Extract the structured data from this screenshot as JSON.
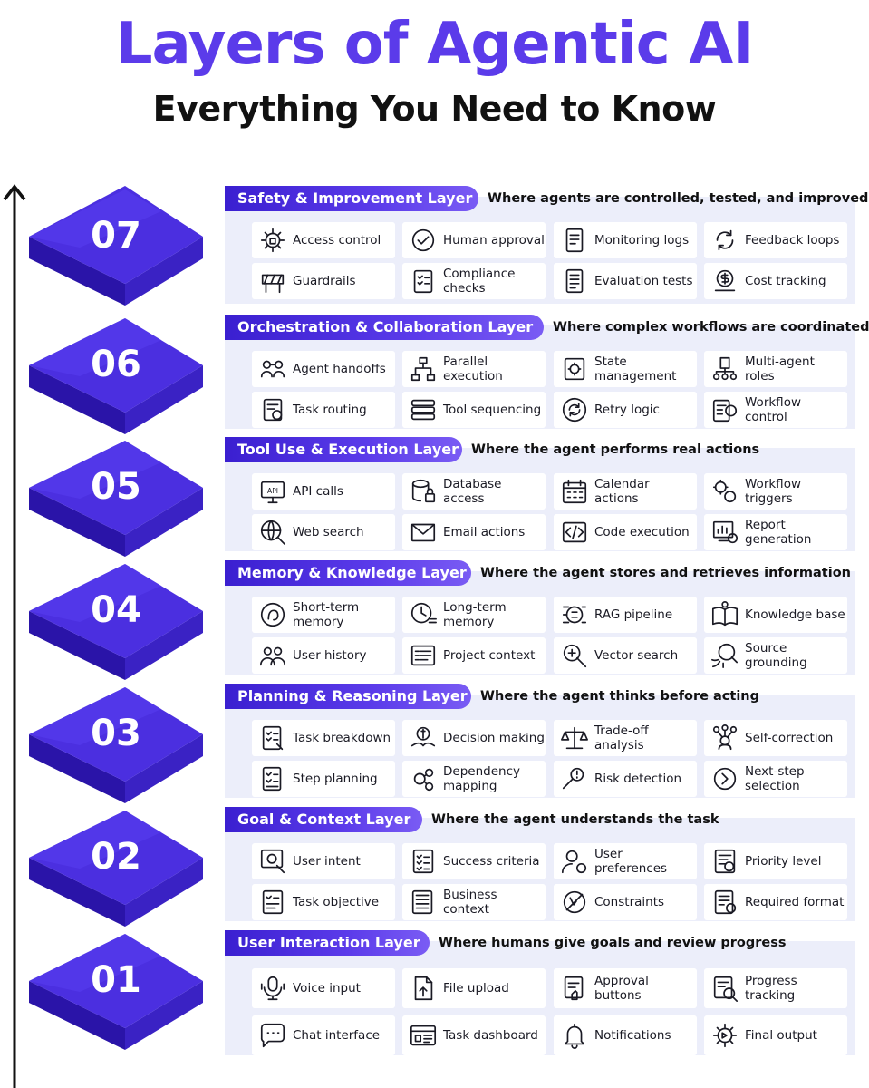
{
  "title": "Layers of Agentic AI",
  "subtitle": "Everything You Need to Know",
  "colors": {
    "accent": "#5b3bea",
    "accent_dark": "#2a14a8",
    "panel": "#eceefa",
    "text": "#1a1a24"
  },
  "layers": [
    {
      "number": "07",
      "name": "Safety & Improvement Layer",
      "description": "Where agents are controlled, tested, and improved",
      "items": [
        {
          "label": "Access control",
          "icon": "access-control-icon"
        },
        {
          "label": "Human approval",
          "icon": "human-approval-icon"
        },
        {
          "label": "Monitoring logs",
          "icon": "monitoring-logs-icon"
        },
        {
          "label": "Feedback loops",
          "icon": "feedback-loops-icon"
        },
        {
          "label": "Guardrails",
          "icon": "guardrails-icon"
        },
        {
          "label": "Compliance checks",
          "icon": "compliance-checks-icon"
        },
        {
          "label": "Evaluation tests",
          "icon": "evaluation-tests-icon"
        },
        {
          "label": "Cost tracking",
          "icon": "cost-tracking-icon"
        }
      ]
    },
    {
      "number": "06",
      "name": "Orchestration & Collaboration Layer",
      "description": "Where complex workflows are coordinated",
      "items": [
        {
          "label": "Agent handoffs",
          "icon": "agent-handoffs-icon"
        },
        {
          "label": "Parallel execution",
          "icon": "parallel-execution-icon"
        },
        {
          "label": "State management",
          "icon": "state-management-icon"
        },
        {
          "label": "Multi-agent roles",
          "icon": "multi-agent-roles-icon"
        },
        {
          "label": "Task routing",
          "icon": "task-routing-icon"
        },
        {
          "label": "Tool sequencing",
          "icon": "tool-sequencing-icon"
        },
        {
          "label": "Retry logic",
          "icon": "retry-logic-icon"
        },
        {
          "label": "Workflow control",
          "icon": "workflow-control-icon"
        }
      ]
    },
    {
      "number": "05",
      "name": "Tool Use & Execution Layer",
      "description": "Where the agent performs real actions",
      "items": [
        {
          "label": "API calls",
          "icon": "api-calls-icon"
        },
        {
          "label": "Database access",
          "icon": "database-access-icon"
        },
        {
          "label": "Calendar actions",
          "icon": "calendar-actions-icon"
        },
        {
          "label": "Workflow triggers",
          "icon": "workflow-triggers-icon"
        },
        {
          "label": "Web search",
          "icon": "web-search-icon"
        },
        {
          "label": "Email actions",
          "icon": "email-actions-icon"
        },
        {
          "label": "Code execution",
          "icon": "code-execution-icon"
        },
        {
          "label": "Report generation",
          "icon": "report-generation-icon"
        }
      ]
    },
    {
      "number": "04",
      "name": "Memory & Knowledge Layer",
      "description": "Where the agent stores and retrieves information",
      "items": [
        {
          "label": "Short-term memory",
          "icon": "short-term-memory-icon"
        },
        {
          "label": "Long-term memory",
          "icon": "long-term-memory-icon"
        },
        {
          "label": "RAG pipeline",
          "icon": "rag-pipeline-icon"
        },
        {
          "label": "Knowledge base",
          "icon": "knowledge-base-icon"
        },
        {
          "label": "User history",
          "icon": "user-history-icon"
        },
        {
          "label": "Project context",
          "icon": "project-context-icon"
        },
        {
          "label": "Vector search",
          "icon": "vector-search-icon"
        },
        {
          "label": "Source grounding",
          "icon": "source-grounding-icon"
        }
      ]
    },
    {
      "number": "03",
      "name": "Planning & Reasoning Layer",
      "description": "Where the agent thinks before acting",
      "items": [
        {
          "label": "Task breakdown",
          "icon": "task-breakdown-icon"
        },
        {
          "label": "Decision making",
          "icon": "decision-making-icon"
        },
        {
          "label": "Trade-off analysis",
          "icon": "trade-off-analysis-icon"
        },
        {
          "label": "Self-correction",
          "icon": "self-correction-icon"
        },
        {
          "label": "Step planning",
          "icon": "step-planning-icon"
        },
        {
          "label": "Dependency mapping",
          "icon": "dependency-mapping-icon"
        },
        {
          "label": "Risk detection",
          "icon": "risk-detection-icon"
        },
        {
          "label": "Next-step selection",
          "icon": "next-step-selection-icon"
        }
      ]
    },
    {
      "number": "02",
      "name": "Goal & Context Layer",
      "description": "Where the agent understands the task",
      "items": [
        {
          "label": "User intent",
          "icon": "user-intent-icon"
        },
        {
          "label": "Success criteria",
          "icon": "success-criteria-icon"
        },
        {
          "label": "User preferences",
          "icon": "user-preferences-icon"
        },
        {
          "label": "Priority level",
          "icon": "priority-level-icon"
        },
        {
          "label": "Task objective",
          "icon": "task-objective-icon"
        },
        {
          "label": "Business context",
          "icon": "business-context-icon"
        },
        {
          "label": "Constraints",
          "icon": "constraints-icon"
        },
        {
          "label": "Required format",
          "icon": "required-format-icon"
        }
      ]
    },
    {
      "number": "01",
      "name": "User Interaction Layer",
      "description": "Where humans give goals and review progress",
      "items": [
        {
          "label": "Voice input",
          "icon": "voice-input-icon"
        },
        {
          "label": "File upload",
          "icon": "file-upload-icon"
        },
        {
          "label": "Approval buttons",
          "icon": "approval-buttons-icon"
        },
        {
          "label": "Progress tracking",
          "icon": "progress-tracking-icon"
        },
        {
          "label": "Chat interface",
          "icon": "chat-interface-icon"
        },
        {
          "label": "Task dashboard",
          "icon": "task-dashboard-icon"
        },
        {
          "label": "Notifications",
          "icon": "notifications-icon"
        },
        {
          "label": "Final output",
          "icon": "final-output-icon"
        }
      ]
    }
  ]
}
